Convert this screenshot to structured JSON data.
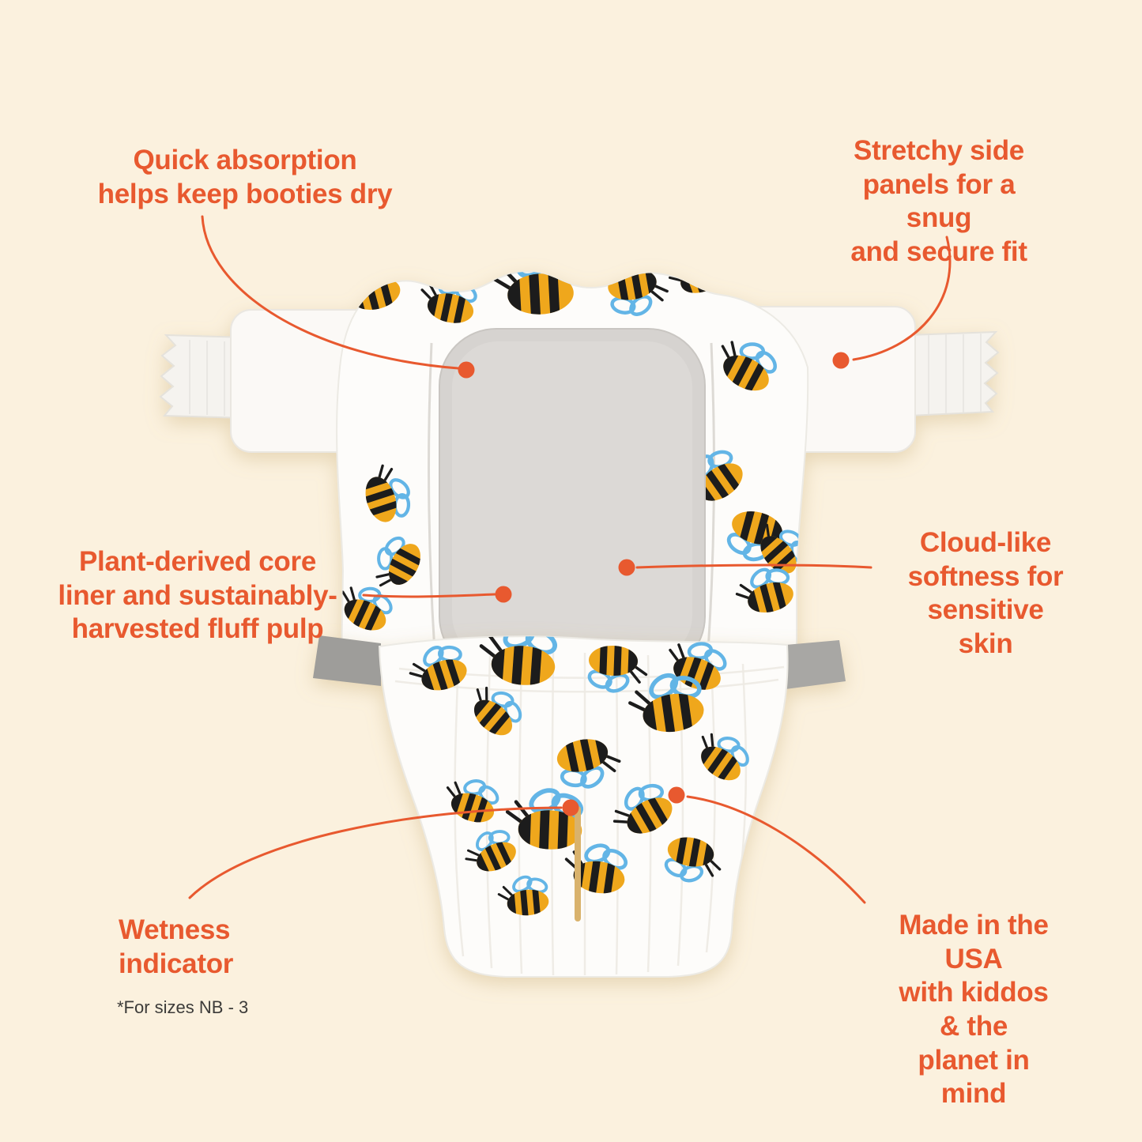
{
  "colors": {
    "background": "#FBF1DE",
    "accent": "#E8592F",
    "footnote_text": "#3C3B39",
    "pad_gray": "#D6D3D0",
    "bee_yellow": "#EFA71D",
    "bee_wing_blue": "#64B5E6",
    "tab_gray": "#A09F9C",
    "wetness_tan": "#D9B26C"
  },
  "callouts": {
    "quick_absorption": {
      "text": "Quick absorption\nhelps keep booties dry"
    },
    "stretchy_panels": {
      "text": "Stretchy side\npanels for a snug\nand secure fit"
    },
    "plant_core": {
      "text": "Plant-derived core\nliner and sustainably-\nharvested fluff pulp"
    },
    "cloud_softness": {
      "text": "Cloud-like\nsoftness for\nsensitive skin"
    },
    "wetness_indicator": {
      "text": "Wetness\nindicator",
      "footnote": "*For sizes NB - 3"
    },
    "made_in_usa": {
      "text": "Made in the USA\nwith kiddos & the\nplanet in mind"
    }
  }
}
